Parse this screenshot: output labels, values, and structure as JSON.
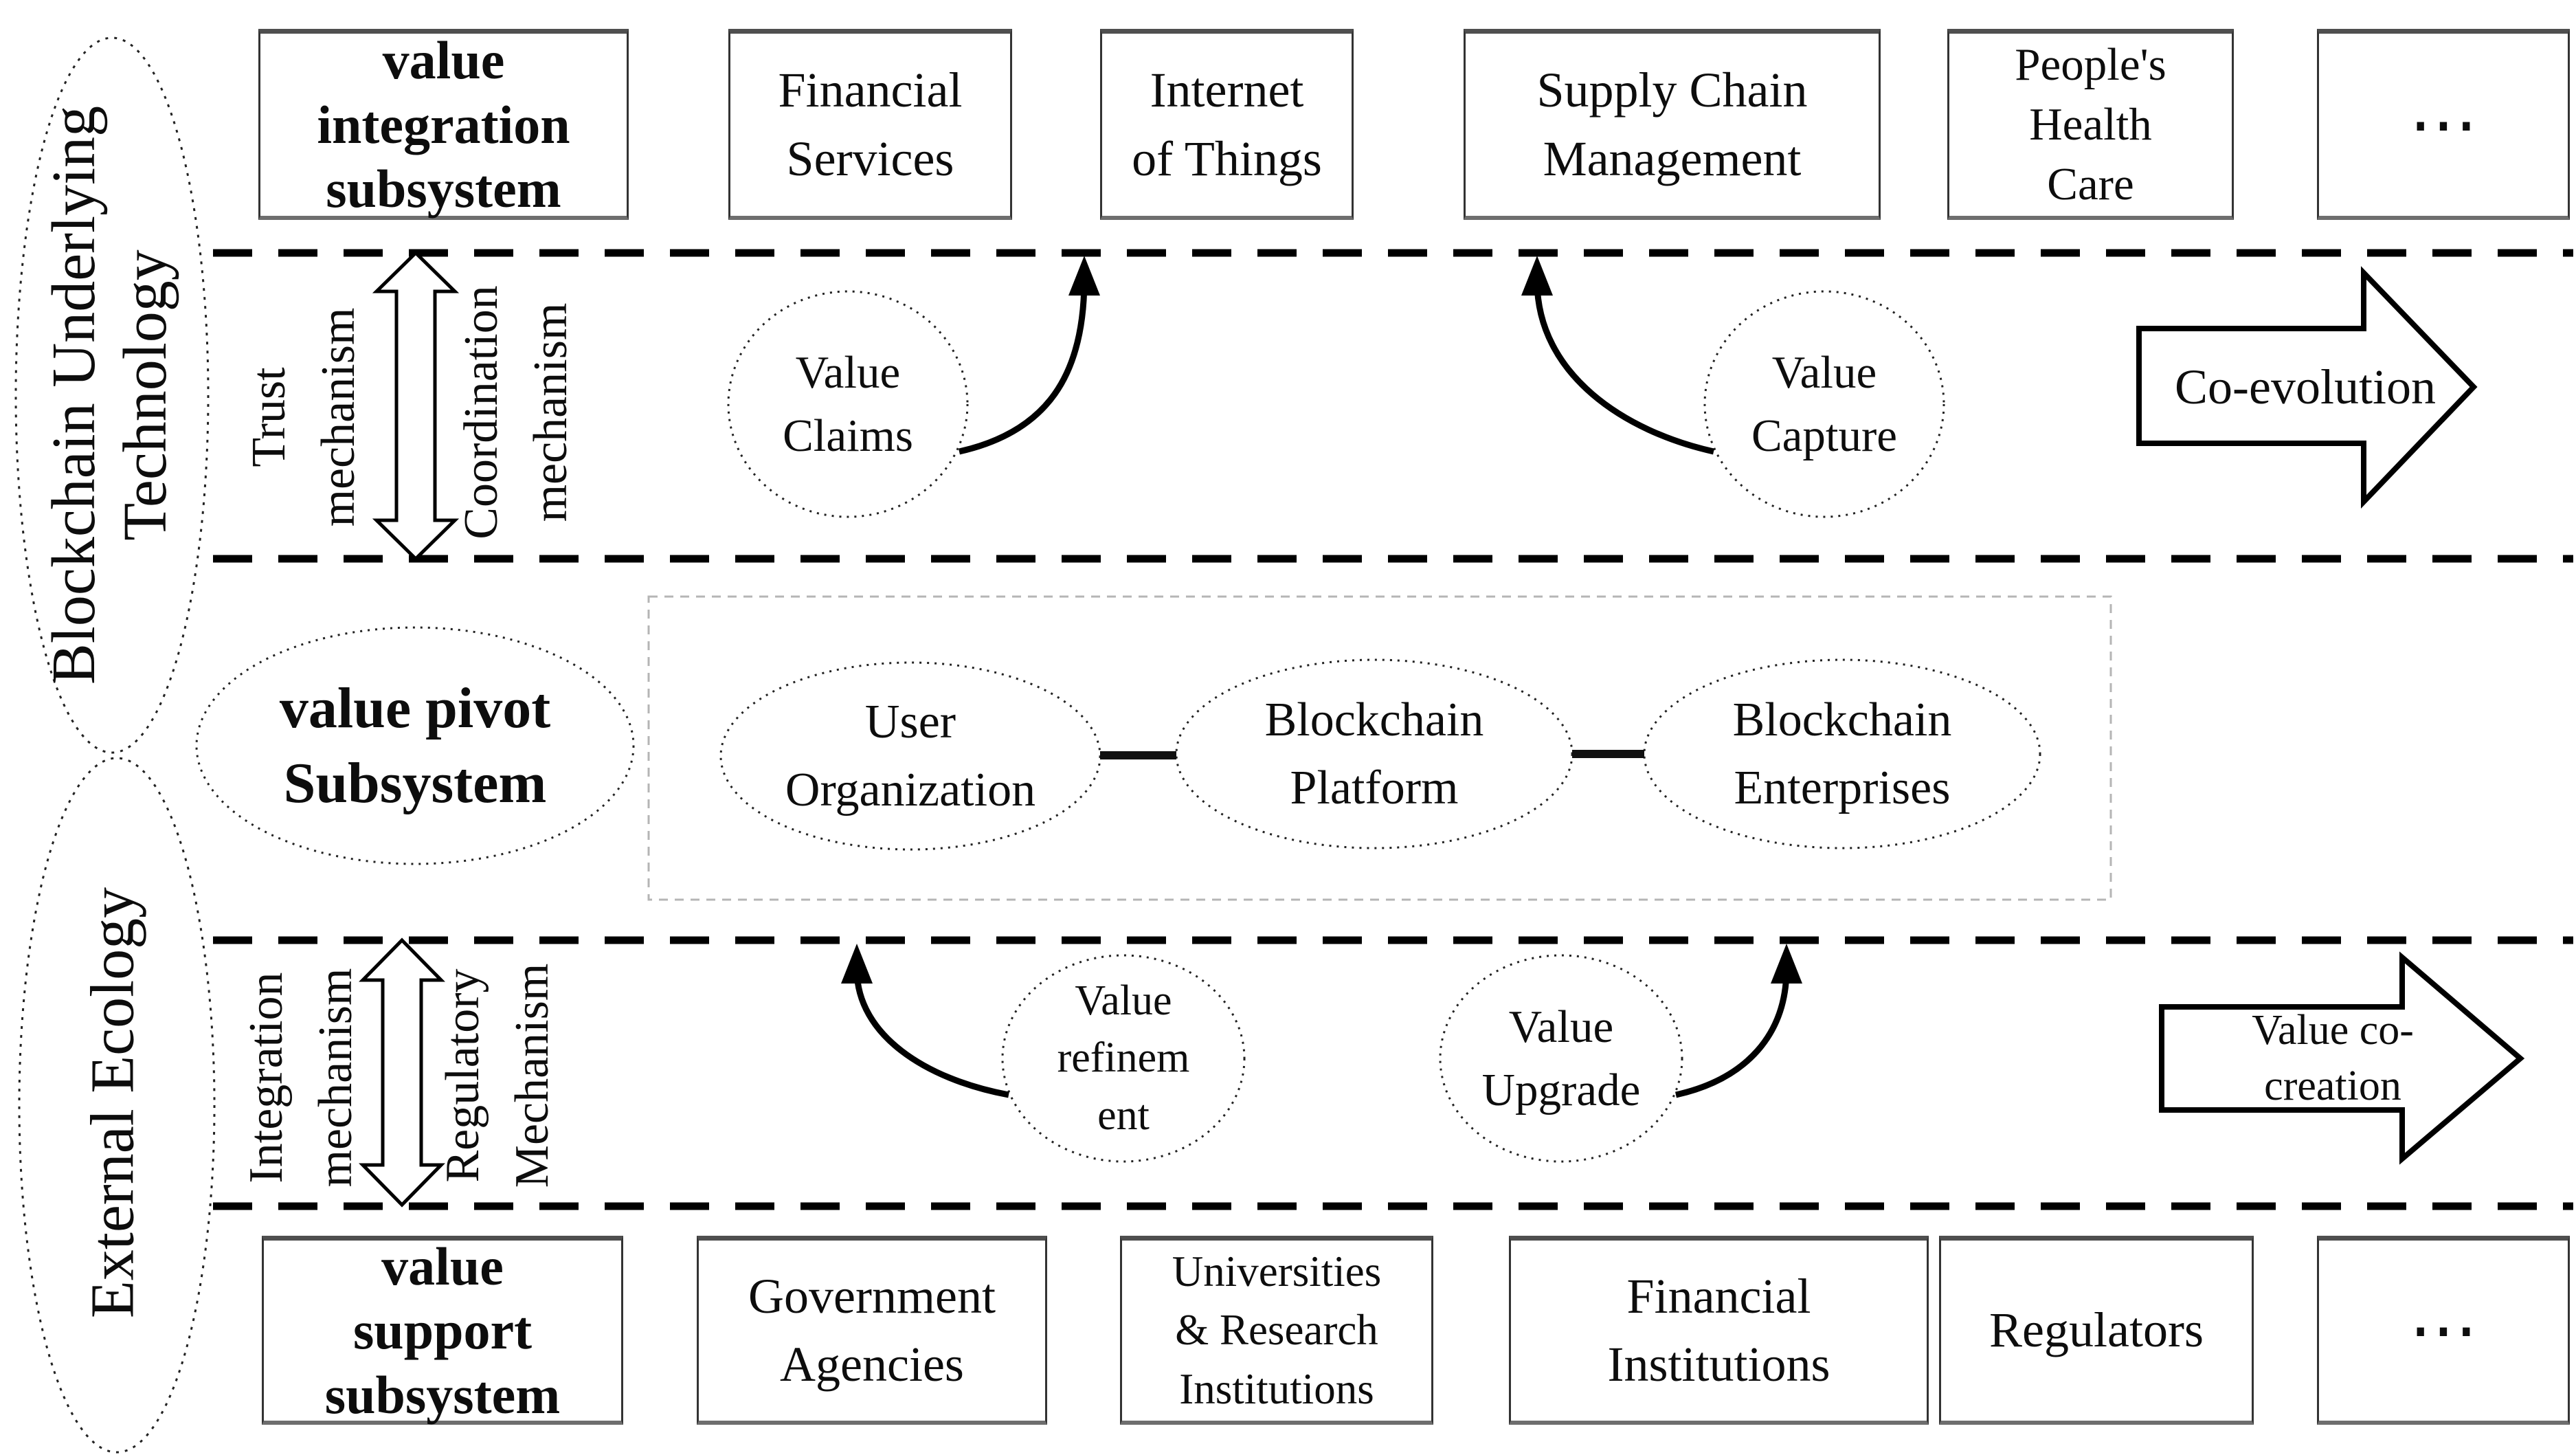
{
  "left": {
    "top_ellipse": {
      "lines": [
        "Blockchain Underlying",
        "Technology"
      ]
    },
    "bottom_ellipse": {
      "lines": [
        "External Ecology"
      ]
    }
  },
  "top_row": {
    "header": {
      "lines": [
        "value",
        "integration",
        "subsystem"
      ]
    },
    "boxes": [
      {
        "lines": [
          "Financial",
          "Services"
        ]
      },
      {
        "lines": [
          "Internet",
          "of Things"
        ]
      },
      {
        "lines": [
          "Supply Chain",
          "Management"
        ]
      },
      {
        "lines": [
          "People's",
          "Health",
          "Care"
        ]
      },
      {
        "lines": [
          "⋯"
        ]
      }
    ]
  },
  "band1": {
    "mechanism_left": {
      "lines": [
        "Trust",
        "mechanism"
      ]
    },
    "mechanism_right": {
      "lines": [
        "Coordination",
        "mechanism"
      ]
    },
    "circle_left": {
      "lines": [
        "Value",
        "Claims"
      ]
    },
    "circle_right": {
      "lines": [
        "Value",
        "Capture"
      ]
    },
    "arrow_label": {
      "lines": [
        "Co-evolution"
      ]
    }
  },
  "pivot": {
    "header": {
      "lines": [
        "value pivot",
        "Subsystem"
      ]
    },
    "members": [
      {
        "lines": [
          "User",
          "Organization"
        ]
      },
      {
        "lines": [
          "Blockchain",
          "Platform"
        ]
      },
      {
        "lines": [
          "Blockchain",
          "Enterprises"
        ]
      }
    ]
  },
  "band2": {
    "mechanism_left": {
      "lines": [
        "Integration",
        "mechanism"
      ]
    },
    "mechanism_right": {
      "lines": [
        "Regulatory",
        "Mechanism"
      ]
    },
    "circle_left": {
      "lines": [
        "Value",
        "refinem",
        "ent"
      ]
    },
    "circle_right": {
      "lines": [
        "Value",
        "Upgrade"
      ]
    },
    "arrow_label": {
      "lines": [
        "Value co-",
        "creation"
      ]
    }
  },
  "bottom_row": {
    "header": {
      "lines": [
        "value",
        "support",
        "subsystem"
      ]
    },
    "boxes": [
      {
        "lines": [
          "Government",
          "Agencies"
        ]
      },
      {
        "lines": [
          "Universities",
          "& Research",
          "Institutions"
        ]
      },
      {
        "lines": [
          "Financial",
          "Institutions"
        ]
      },
      {
        "lines": [
          "Regulators"
        ]
      },
      {
        "lines": [
          "⋯"
        ]
      }
    ]
  },
  "colors": {
    "ink": "#111111",
    "line": "#000000",
    "box_border_top": "#4f4f4f",
    "box_border_side": "#333333",
    "dashed_rect": "#b5b5b5"
  }
}
